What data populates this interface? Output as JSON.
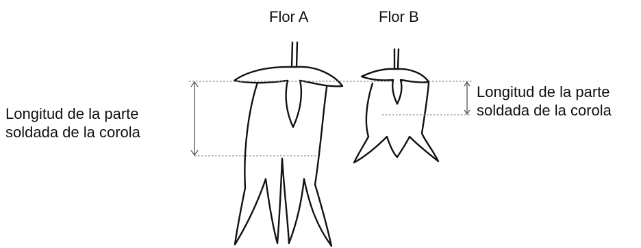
{
  "flowers": {
    "a": {
      "title": "Flor A"
    },
    "b": {
      "title": "Flor B"
    }
  },
  "labels": {
    "left": {
      "line1": "Longitud de la parte",
      "line2": "soldada de la corola"
    },
    "right": {
      "line1": "Longitud de la parte",
      "line2": "soldada de la corola"
    }
  },
  "colors": {
    "ink": "#111111",
    "guide": "#888888"
  }
}
